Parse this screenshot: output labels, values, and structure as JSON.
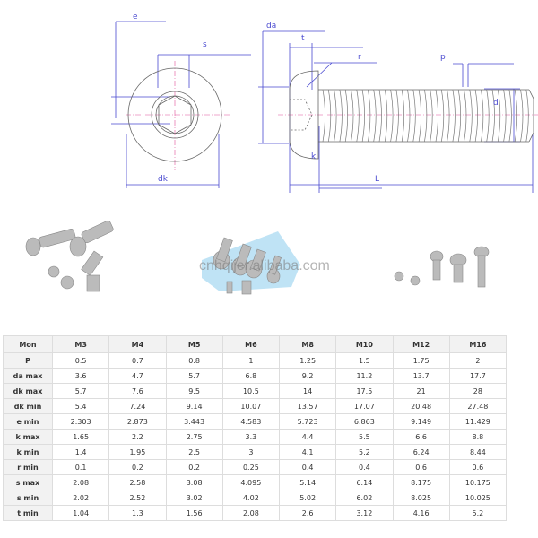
{
  "diagram": {
    "labels": {
      "e": "e",
      "s": "s",
      "dk": "dk",
      "da": "da",
      "t": "t",
      "r": "r",
      "p": "p",
      "d": "d",
      "k": "k",
      "L": "L"
    },
    "line_color": "#4a4ad0",
    "center_color": "#e0509a"
  },
  "watermark": "cnhqijer.alibaba.com",
  "table": {
    "headers": [
      "Mon",
      "M3",
      "M4",
      "M5",
      "M6",
      "M8",
      "M10",
      "M12",
      "M16"
    ],
    "rows": [
      {
        "label": "P",
        "values": [
          "0.5",
          "0.7",
          "0.8",
          "1",
          "1.25",
          "1.5",
          "1.75",
          "2"
        ]
      },
      {
        "label": "da max",
        "values": [
          "3.6",
          "4.7",
          "5.7",
          "6.8",
          "9.2",
          "11.2",
          "13.7",
          "17.7"
        ]
      },
      {
        "label": "dk max",
        "values": [
          "5.7",
          "7.6",
          "9.5",
          "10.5",
          "14",
          "17.5",
          "21",
          "28"
        ]
      },
      {
        "label": "dk min",
        "values": [
          "5.4",
          "7.24",
          "9.14",
          "10.07",
          "13.57",
          "17.07",
          "20.48",
          "27.48"
        ]
      },
      {
        "label": "e min",
        "values": [
          "2.303",
          "2.873",
          "3.443",
          "4.583",
          "5.723",
          "6.863",
          "9.149",
          "11.429"
        ]
      },
      {
        "label": "k max",
        "values": [
          "1.65",
          "2.2",
          "2.75",
          "3.3",
          "4.4",
          "5.5",
          "6.6",
          "8.8"
        ]
      },
      {
        "label": "k min",
        "values": [
          "1.4",
          "1.95",
          "2.5",
          "3",
          "4.1",
          "5.2",
          "6.24",
          "8.44"
        ]
      },
      {
        "label": "r min",
        "values": [
          "0.1",
          "0.2",
          "0.2",
          "0.25",
          "0.4",
          "0.4",
          "0.6",
          "0.6"
        ]
      },
      {
        "label": "s max",
        "values": [
          "2.08",
          "2.58",
          "3.08",
          "4.095",
          "5.14",
          "6.14",
          "8.175",
          "10.175"
        ]
      },
      {
        "label": "s min",
        "values": [
          "2.02",
          "2.52",
          "3.02",
          "4.02",
          "5.02",
          "6.02",
          "8.025",
          "10.025"
        ]
      },
      {
        "label": "t min",
        "values": [
          "1.04",
          "1.3",
          "1.56",
          "2.08",
          "2.6",
          "3.12",
          "4.16",
          "5.2"
        ]
      }
    ]
  }
}
